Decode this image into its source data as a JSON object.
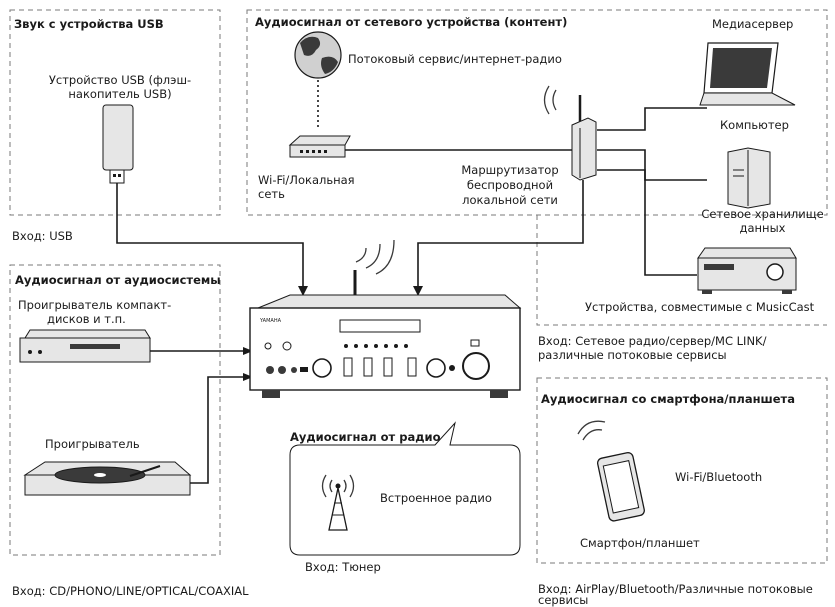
{
  "sections": {
    "usb": {
      "title": "Звук с устройства USB",
      "device_line1": "Устройство USB (флэш-",
      "device_line2": "накопитель USB)",
      "input": "Вход: USB"
    },
    "network": {
      "title": "Аудиосигнал от сетевого устройства (контент)",
      "streaming": "Потоковый сервис/интернет-радио",
      "wifi_line1": "Wi-Fi/Локальная",
      "wifi_line2": "сеть",
      "router_line1": "Маршрутизатор",
      "router_line2": "беспроводной",
      "router_line3": "локальной сети",
      "mediaserver": "Медиасервер",
      "computer": "Компьютер",
      "nas_line1": "Сетевое хранилище",
      "nas_line2": "данных",
      "musiccast": "Устройства, совместимые с MusicCast",
      "input_line1": "Вход: Сетевое радио/сервер/MC LINK/",
      "input_line2": "различные потоковые сервисы"
    },
    "audio_system": {
      "title": "Аудиосигнал от аудиосистемы",
      "cd_line1": "Проигрыватель компакт-",
      "cd_line2": "дисков и т.п.",
      "turntable": "Проигрыватель",
      "input": "Вход: CD/PHONO/LINE/OPTICAL/COAXIAL"
    },
    "radio": {
      "title": "Аудиосигнал от радио",
      "builtin": "Встроенное радио",
      "input": "Вход: Тюнер"
    },
    "smartphone": {
      "title": "Аудиосигнал со смартфона/планшета",
      "wifi_bt": "Wi-Fi/Bluetooth",
      "device": "Смартфон/планшет",
      "input_line1": "Вход: AirPlay/Bluetooth/Различные потоковые",
      "input_line2": "сервисы"
    }
  },
  "amplifier": {
    "brand": "YAMAHA"
  },
  "colors": {
    "line": "#1a1a1a",
    "dash": "#7a7a7a",
    "device_fill": "#e6e6e6",
    "device_dark": "#3a3a3a"
  }
}
